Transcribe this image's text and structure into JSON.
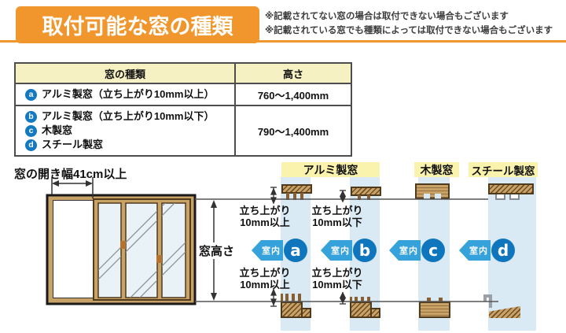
{
  "header": {
    "title": "取付可能な窓の種類",
    "notes": [
      "※記載されてない窓の場合は取付できない場合もございます",
      "※記載されている窓でも種類によっては取付できない場合もございます"
    ]
  },
  "table": {
    "columns": {
      "type": "窓の種類",
      "height": "高さ"
    },
    "rows": [
      {
        "items": [
          {
            "badge": "a",
            "label": "アルミ製窓（立ち上がり10mm以上）"
          }
        ],
        "height": "760～1,400mm"
      },
      {
        "items": [
          {
            "badge": "b",
            "label": "アルミ製窓（立ち上がり10mm以下）"
          },
          {
            "badge": "c",
            "label": "木製窓"
          },
          {
            "badge": "d",
            "label": "スチール製窓"
          }
        ],
        "height": "790～1,400mm"
      }
    ]
  },
  "diagram": {
    "opening_width_label": "窓の開き幅41cm以上",
    "window_height_label": "窓高さ",
    "group_labels": {
      "aluminum": "アルミ製窓",
      "wood": "木製窓",
      "steel": "スチール製窓"
    },
    "indoor_label": "室内",
    "columns": [
      {
        "letter": "a",
        "rise_top": "立ち上がり\n10mm以上",
        "rise_bottom": "立ち上がり\n10mm以上"
      },
      {
        "letter": "b",
        "rise_top": "立ち上がり\n10mm以下",
        "rise_bottom": "立ち上がり\n10mm以下"
      },
      {
        "letter": "c"
      },
      {
        "letter": "d"
      }
    ],
    "colors": {
      "accent_orange": "#F0962D",
      "table_header_bg": "#F6F1C3",
      "badge_blue": "#1379C0",
      "strip_blue": "#D9EAF4",
      "arrow_blue": "#36A2DB",
      "circle_blue": "#0F76BE",
      "label_yellow_bg": "#FAF3AE",
      "frame_tan": "#C8A266",
      "glass_blue": "#E9F3F7"
    }
  }
}
